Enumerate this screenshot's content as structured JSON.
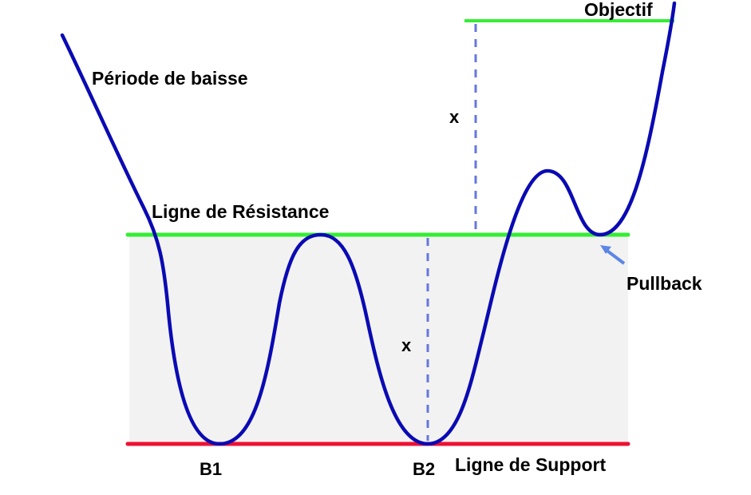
{
  "labels": {
    "downtrend": "Période de baisse",
    "resistance": "Ligne de Résistance",
    "support": "Ligne de Support",
    "target": "Objectif",
    "pullback": "Pullback",
    "bottom1": "B1",
    "bottom2": "B2",
    "height_pattern": "x",
    "height_projection": "x"
  },
  "colors": {
    "price_curve": "#0a0ab4",
    "resistance_line": "#33ee33",
    "target_line": "#33ee33",
    "support_line": "#ee1133",
    "range_fill": "#f2f2f2",
    "measure_dashes": "#6677dd",
    "pullback_arrow": "#5b86e5"
  }
}
